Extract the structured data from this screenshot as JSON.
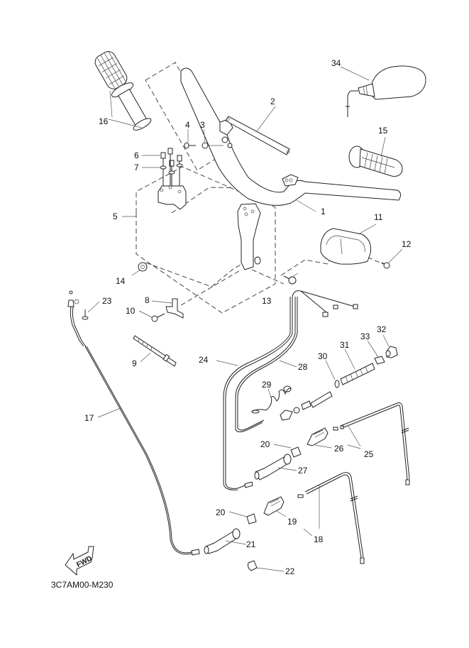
{
  "diagram": {
    "title_code": "3C7AM00-M230",
    "direction_indicator": "FWD",
    "callouts": [
      {
        "id": "1",
        "part": "handlebar"
      },
      {
        "id": "2",
        "part": "handlebar-brace"
      },
      {
        "id": "3",
        "part": "collar"
      },
      {
        "id": "4",
        "part": "bolt"
      },
      {
        "id": "5",
        "part": "handlebar-holder-assembly"
      },
      {
        "id": "6",
        "part": "holder-bolt"
      },
      {
        "id": "7",
        "part": "washer"
      },
      {
        "id": "8",
        "part": "bracket"
      },
      {
        "id": "9",
        "part": "cable-band"
      },
      {
        "id": "10",
        "part": "bracket-bolt"
      },
      {
        "id": "11",
        "part": "handlebar-cover"
      },
      {
        "id": "12",
        "part": "cover-screw"
      },
      {
        "id": "13",
        "part": "flange-bolt"
      },
      {
        "id": "14",
        "part": "nut"
      },
      {
        "id": "15",
        "part": "right-grip"
      },
      {
        "id": "16",
        "part": "left-grip-assembly"
      },
      {
        "id": "17",
        "part": "throttle-cable"
      },
      {
        "id": "18",
        "part": "brake-cable"
      },
      {
        "id": "19",
        "part": "cable-adjuster"
      },
      {
        "id": "20",
        "part": "adjuster-nut"
      },
      {
        "id": "21",
        "part": "cable-boot"
      },
      {
        "id": "22",
        "part": "cable-clip"
      },
      {
        "id": "23",
        "part": "screw"
      },
      {
        "id": "24",
        "part": "cable"
      },
      {
        "id": "25",
        "part": "brake-cable-2"
      },
      {
        "id": "26",
        "part": "cable-adjuster-2"
      },
      {
        "id": "27",
        "part": "cable-boot-2"
      },
      {
        "id": "28",
        "part": "cable-2"
      },
      {
        "id": "29",
        "part": "wire"
      },
      {
        "id": "30",
        "part": "o-ring"
      },
      {
        "id": "31",
        "part": "spring"
      },
      {
        "id": "32",
        "part": "adjuster-knob"
      },
      {
        "id": "33",
        "part": "collar-2"
      },
      {
        "id": "34",
        "part": "rear-view-mirror"
      }
    ]
  }
}
